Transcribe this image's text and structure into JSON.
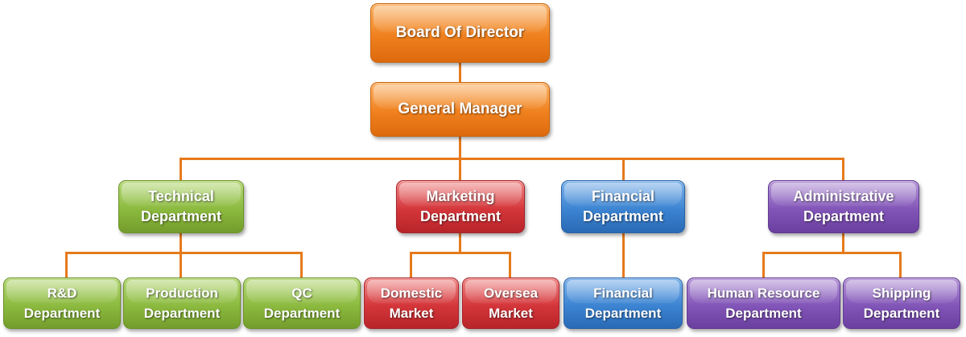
{
  "colors": {
    "connector": "#e67a1c",
    "orange": "#f0811e",
    "green": "#8cba3f",
    "red": "#d4363a",
    "blue": "#3c84d2",
    "purple": "#8255b8"
  },
  "top": {
    "board": "Board Of Director",
    "manager": "General Manager"
  },
  "departments": {
    "technical": {
      "line1": "Technical",
      "line2": "Department"
    },
    "marketing": {
      "line1": "Marketing",
      "line2": "Department"
    },
    "financial": {
      "line1": "Financial",
      "line2": "Department"
    },
    "administrative": {
      "line1": "Administrative",
      "line2": "Department"
    }
  },
  "units": {
    "rd": {
      "line1": "R&D",
      "line2": "Department"
    },
    "production": {
      "line1": "Production",
      "line2": "Department"
    },
    "qc": {
      "line1": "QC",
      "line2": "Department"
    },
    "domestic": {
      "line1": "Domestic",
      "line2": "Market"
    },
    "oversea": {
      "line1": "Oversea",
      "line2": "Market"
    },
    "financial": {
      "line1": "Financial",
      "line2": "Department"
    },
    "hr": {
      "line1": "Human Resource",
      "line2": "Department"
    },
    "shipping": {
      "line1": "Shipping",
      "line2": "Department"
    }
  }
}
